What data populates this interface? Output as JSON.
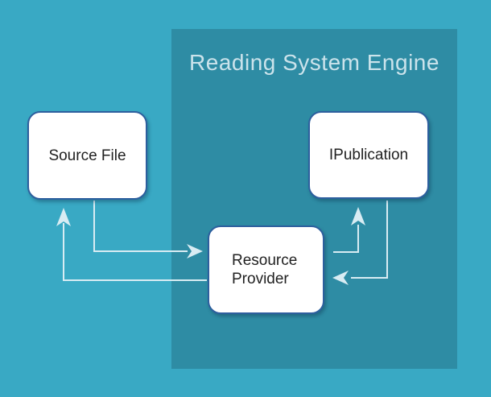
{
  "colors": {
    "background": "#39a9c4",
    "panel": "#2e8ca4",
    "arrow": "#d8ecf3",
    "node_fill": "#ffffff",
    "node_border": "#2d5f9e",
    "node_text": "#212121",
    "title_text": "#cbe3eb"
  },
  "diagram": {
    "panel_title": "Reading System Engine",
    "nodes": {
      "source_file": {
        "label": "Source File"
      },
      "ipublication": {
        "label": "IPublication"
      },
      "resource_provider": {
        "line1": "Resource",
        "line2": "Provider"
      }
    },
    "edges": [
      {
        "from": "Source File",
        "to": "Resource Provider",
        "direction": "right-then-into-left-side"
      },
      {
        "from": "Resource Provider",
        "to": "Source File",
        "direction": "left-then-up-into-bottom"
      },
      {
        "from": "Resource Provider",
        "to": "IPublication",
        "direction": "right-then-up-into-bottom"
      },
      {
        "from": "IPublication",
        "to": "Resource Provider",
        "direction": "down-then-into-right-side"
      }
    ]
  }
}
